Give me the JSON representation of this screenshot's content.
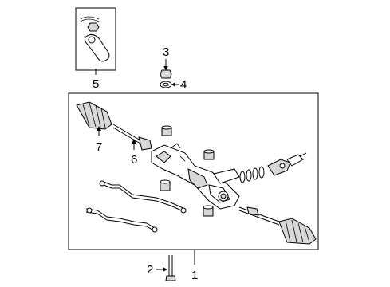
{
  "diagram": {
    "callouts": {
      "c1": "1",
      "c2": "2",
      "c3": "3",
      "c4": "4",
      "c5": "5",
      "c6": "6",
      "c7": "7"
    },
    "colors": {
      "stroke": "#000000",
      "background": "#ffffff",
      "shade": "#d8d8d8"
    }
  }
}
